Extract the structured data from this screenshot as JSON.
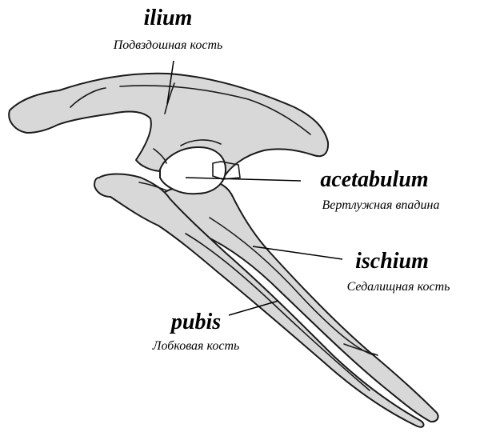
{
  "diagram": {
    "colors": {
      "bone_fill": "#d8d8d8",
      "outline": "#1a1a1a",
      "leader": "#000000",
      "background": "#ffffff"
    },
    "labels": {
      "ilium": {
        "latin": "ilium",
        "russian": "Подвздошная кость"
      },
      "acetabulum": {
        "latin": "acetabulum",
        "russian": "Вертлужная впадина"
      },
      "ischium": {
        "latin": "ischium",
        "russian": "Седалищная кость"
      },
      "pubis": {
        "latin": "pubis",
        "russian": "Лобковая кость"
      }
    }
  }
}
